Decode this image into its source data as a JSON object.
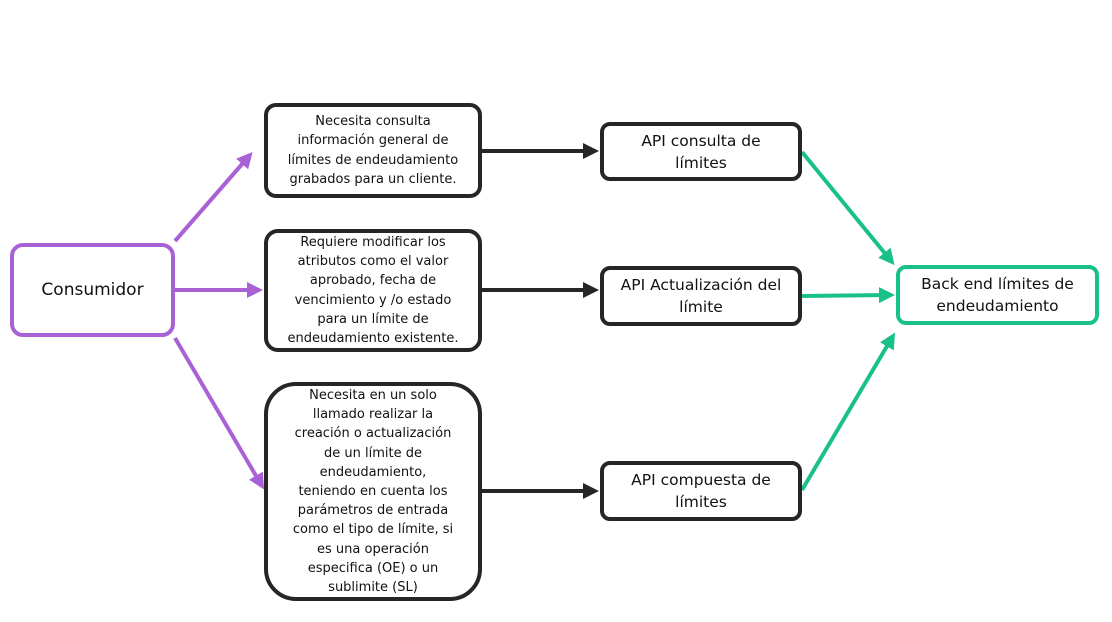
{
  "diagram": {
    "nodes": {
      "consumer": {
        "label": "Consumidor"
      },
      "need_query": {
        "label": "Necesita consulta\ninformación general de\nlímites de endeudamiento\ngrabados para un cliente."
      },
      "need_update": {
        "label": "Requiere modificar los\natributos como el valor\naprobado, fecha de\nvencimiento y /o estado\npara un límite de\nendeudamiento existente."
      },
      "need_compound": {
        "label": "Necesita en un solo\nllamado realizar la\ncreación o actualización\nde un límite de\nendeudamiento,\nteniendo en cuenta los\nparámetros de entrada\ncomo el tipo de límite, si\nes una operación\nespecifica (OE) o un\nsublimite (SL)"
      },
      "api_query": {
        "label": "API consulta de\nlímites"
      },
      "api_update": {
        "label": "API Actualización del\nlímite"
      },
      "api_compound": {
        "label": "API compuesta de\nlímites"
      },
      "backend": {
        "label": "Back end límites de\nendeudamiento"
      }
    },
    "edges": [
      {
        "from": "consumer",
        "to": "need_query",
        "color": "#a862d6"
      },
      {
        "from": "consumer",
        "to": "need_update",
        "color": "#a862d6"
      },
      {
        "from": "consumer",
        "to": "need_compound",
        "color": "#a862d6"
      },
      {
        "from": "need_query",
        "to": "api_query",
        "color": "#262626"
      },
      {
        "from": "need_update",
        "to": "api_update",
        "color": "#262626"
      },
      {
        "from": "need_compound",
        "to": "api_compound",
        "color": "#262626"
      },
      {
        "from": "api_query",
        "to": "backend",
        "color": "#19c08a"
      },
      {
        "from": "api_update",
        "to": "backend",
        "color": "#19c08a"
      },
      {
        "from": "api_compound",
        "to": "backend",
        "color": "#19c08a"
      }
    ],
    "colors": {
      "consumer": "#a862d6",
      "process": "#262626",
      "backend": "#19c08a",
      "background": "#ffffff"
    }
  }
}
